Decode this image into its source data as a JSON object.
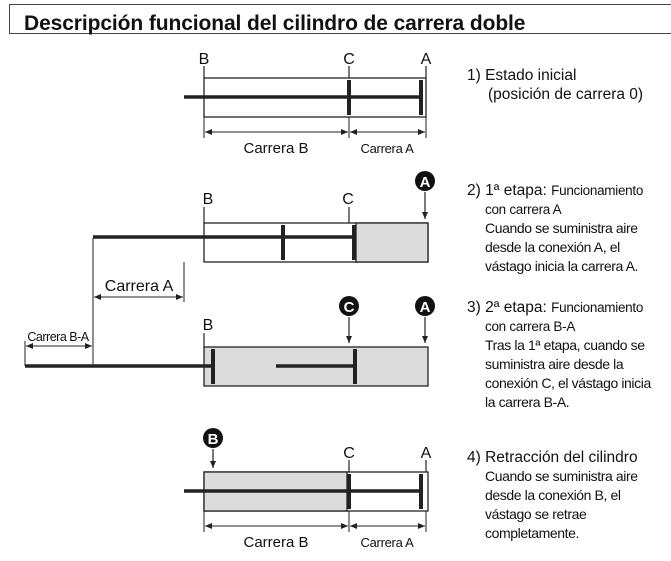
{
  "title": "Descripción funcional del cilindro de carrera doble",
  "diagram": {
    "port_a": "A",
    "port_b": "B",
    "port_c": "C",
    "stroke_a": "Carrera A",
    "stroke_b": "Carrera B",
    "stroke_ba": "Carrera B-A",
    "fill_color": "#dcdcdc",
    "line_color": "#222222"
  },
  "steps": {
    "s1": {
      "num": "1) ",
      "name": "Estado inicial",
      "sub": "(posición de carrera 0)"
    },
    "s2": {
      "num": "2) ",
      "name": "1ª etapa",
      "sep": ": ",
      "func": "Funcionamiento",
      "lines": [
        "con carrera A",
        "Cuando se suministra aire",
        "desde la conexión A, el",
        "vástago inicia la carrera A."
      ]
    },
    "s3": {
      "num": "3) ",
      "name": "2ª etapa",
      "sep": ": ",
      "func": "Funcionamiento",
      "lines": [
        "con carrera B-A",
        "Tras la 1ª etapa, cuando se",
        "suministra aire desde la",
        "conexión C, el vástago inicia",
        "la carrera B-A."
      ]
    },
    "s4": {
      "num": "4) ",
      "name": "Retracción del cilindro",
      "lines": [
        "Cuando se suministra aire",
        "desde la conexión B, el",
        "vástago se retrae",
        "completamente."
      ]
    }
  }
}
